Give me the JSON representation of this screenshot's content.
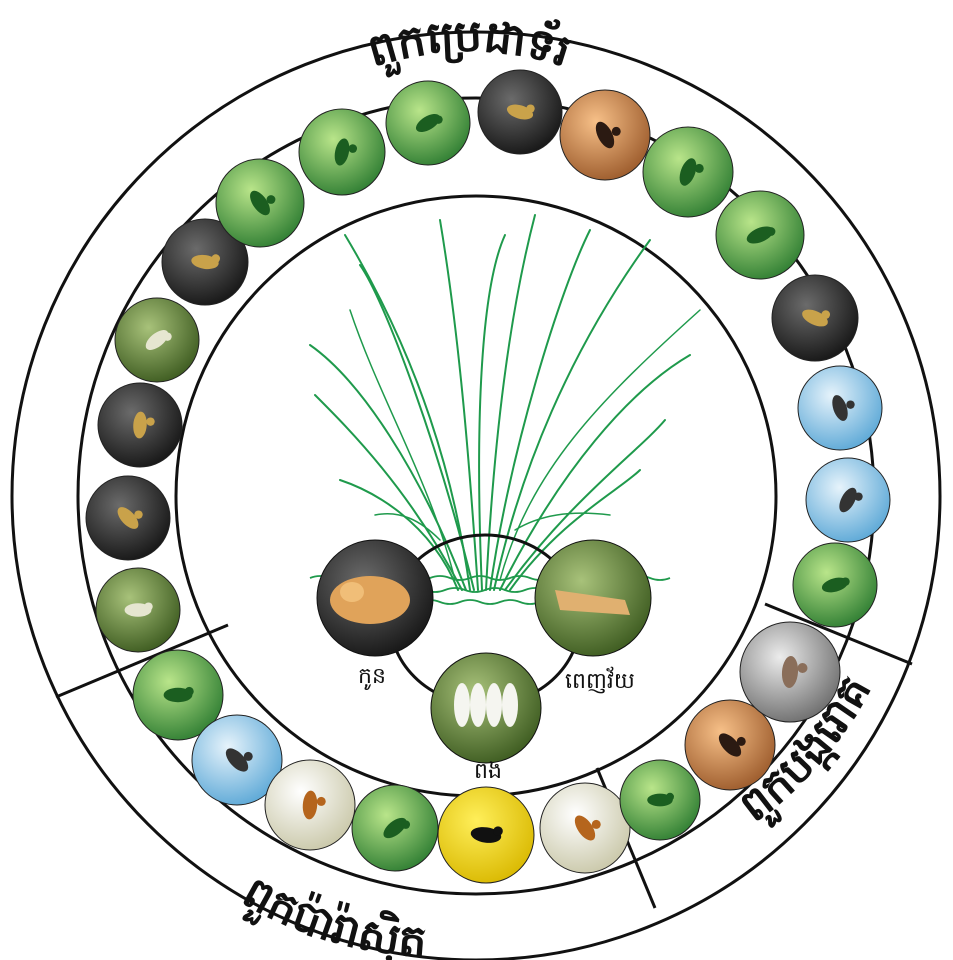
{
  "group_titles": {
    "predators": "ពួកប្រេដាទ័រ",
    "parasitoids": "ពួកប៉ារ៉ាស៊ិត",
    "pathogens": "ពួកបង្ករោគ"
  },
  "life_stages": {
    "nymph": "កូន",
    "adult": "ពេញវ័យ",
    "egg": "ពង"
  },
  "colors": {
    "ring_stroke": "#111111",
    "rice_plant": "#1f9a4c",
    "leaf_green": "#4caf50",
    "ladybug_orange": "#e67e22"
  },
  "natural_enemies": {
    "predators": [
      {
        "icon": "spider-on-leaf-icon"
      },
      {
        "icon": "grasshopper-on-leaf-icon"
      },
      {
        "icon": "jumping-spider-icon"
      },
      {
        "icon": "wolf-spider-icon"
      },
      {
        "icon": "lynx-spider-icon"
      },
      {
        "icon": "orb-spider-icon"
      },
      {
        "icon": "mirid-bug-on-leaf-icon"
      },
      {
        "icon": "ant-icon"
      },
      {
        "icon": "damselfly-icon"
      },
      {
        "icon": "ladybird-beetle-icon"
      },
      {
        "icon": "beetle-larva-icon"
      },
      {
        "icon": "ladybird-red-icon"
      },
      {
        "icon": "caterpillar-predator-icon"
      },
      {
        "icon": "water-striders-icon"
      },
      {
        "icon": "mosquito-predator-icon"
      },
      {
        "icon": "cricket-on-leaf-icon"
      }
    ],
    "parasitoids": [
      {
        "icon": "parasitoid-larva-icon"
      },
      {
        "icon": "wasp-icon"
      },
      {
        "icon": "wasp-white-icon"
      },
      {
        "icon": "parasitic-wasp-icon"
      },
      {
        "icon": "black-wasp-icon"
      },
      {
        "icon": "red-wasp-icon"
      }
    ],
    "pathogens": [
      {
        "icon": "infected-leaf-icon"
      },
      {
        "icon": "fungus-insect-icon"
      },
      {
        "icon": "fungal-spores-icon"
      }
    ]
  }
}
